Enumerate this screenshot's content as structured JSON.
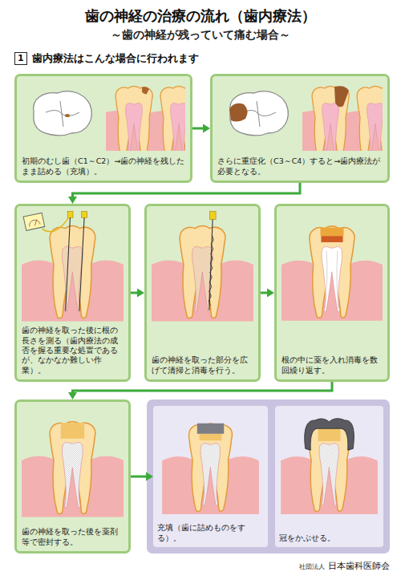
{
  "diagram": {
    "title": "歯の神経の治療の流れ（歯内療法）",
    "nodes": [
      {
        "text": [
          "初期のむし歯（C1～C2）→歯の神経を残したまま詰める（充填）。"
        ]
      },
      {
        "text": [
          "さらに重症化（C3～C4）すると→歯内療法が必要となる。"
        ]
      },
      {
        "text": [
          "歯の神経を取った後に根の長さを測る（歯内療法の成否を握る重要な処置であるが、なかなか難しい作業）。"
        ]
      },
      {
        "text": [
          "歯の神経を取った部分を広げて清掃と消毒を行う。"
        ]
      },
      {
        "text": [
          "根の中に薬を入れ消毒を数回繰り返す。"
        ]
      },
      {
        "text": [
          "歯の神経を取った後を薬剤等で密封する。"
        ]
      },
      {
        "text": [
          "充填（歯に詰めものをする）。"
        ]
      },
      {
        "text": [
          "冠をかぶせる。"
        ]
      }
    ],
    "edges": [
      {
        "from": 0,
        "to": 1,
        "arrow": "to"
      },
      {
        "from": 1,
        "to": 2,
        "arrow": "to"
      },
      {
        "from": 2,
        "to": 3,
        "arrow": "to"
      },
      {
        "from": 3,
        "to": 4,
        "arrow": "to"
      },
      {
        "from": 4,
        "to": 5,
        "arrow": "to"
      },
      {
        "from": 5,
        "to": 6,
        "arrow": "to"
      }
    ],
    "labels": [
      "～歯の神経が残っていて痛む場合～",
      "1",
      "歯内療法はこんな場合に行われます",
      "社団法人",
      "日本歯科医師会"
    ]
  }
}
